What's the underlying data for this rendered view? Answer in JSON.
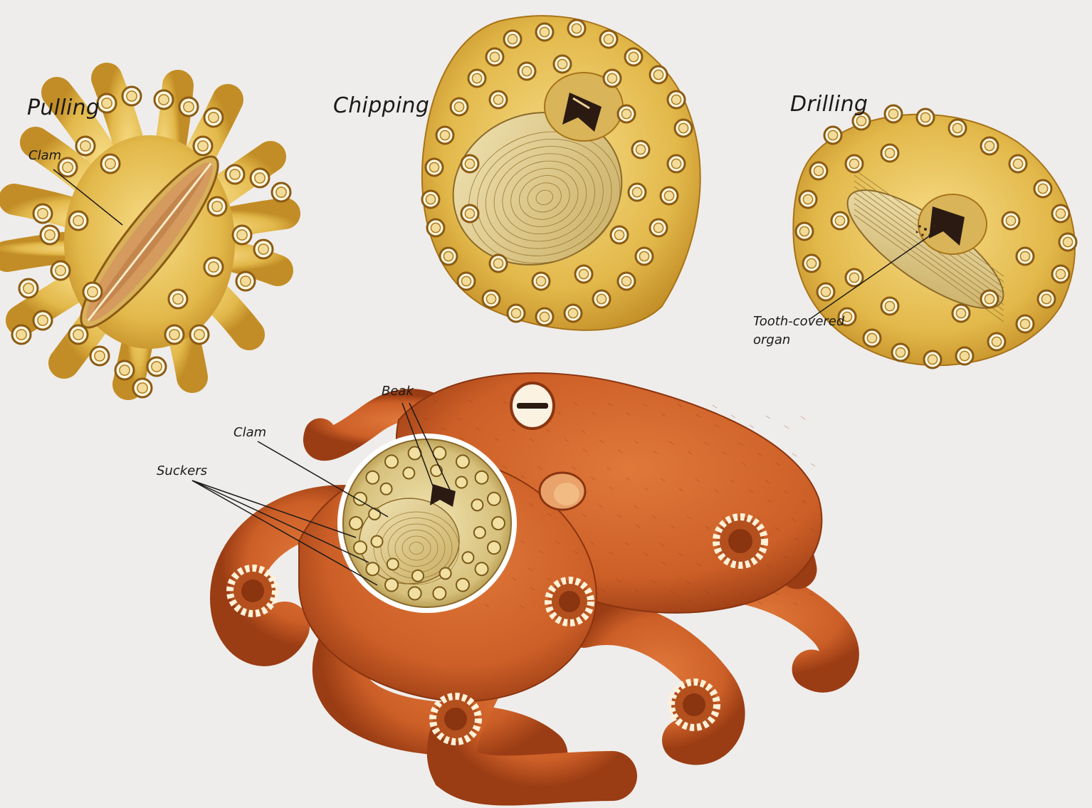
{
  "panels": {
    "pulling": {
      "title": "Pulling",
      "clam_label": "Clam"
    },
    "chipping": {
      "title": "Chipping"
    },
    "drilling": {
      "title": "Drilling",
      "organ_label_line1": "Tooth-covered",
      "organ_label_line2": "organ"
    }
  },
  "octopus": {
    "beak_label": "Beak",
    "clam_label": "Clam",
    "suckers_label": "Suckers"
  },
  "colors": {
    "background": "#efedeb",
    "arm_yellow": "#e2b84a",
    "arm_shadow": "#b07a1c",
    "sucker_rim": "#fff8e2",
    "octopus_body": "#d2642a",
    "octopus_dark": "#9a3c14",
    "clam_shell": "#dcc98a",
    "beak": "#2a1a12",
    "leader_line": "#1c1a18"
  }
}
